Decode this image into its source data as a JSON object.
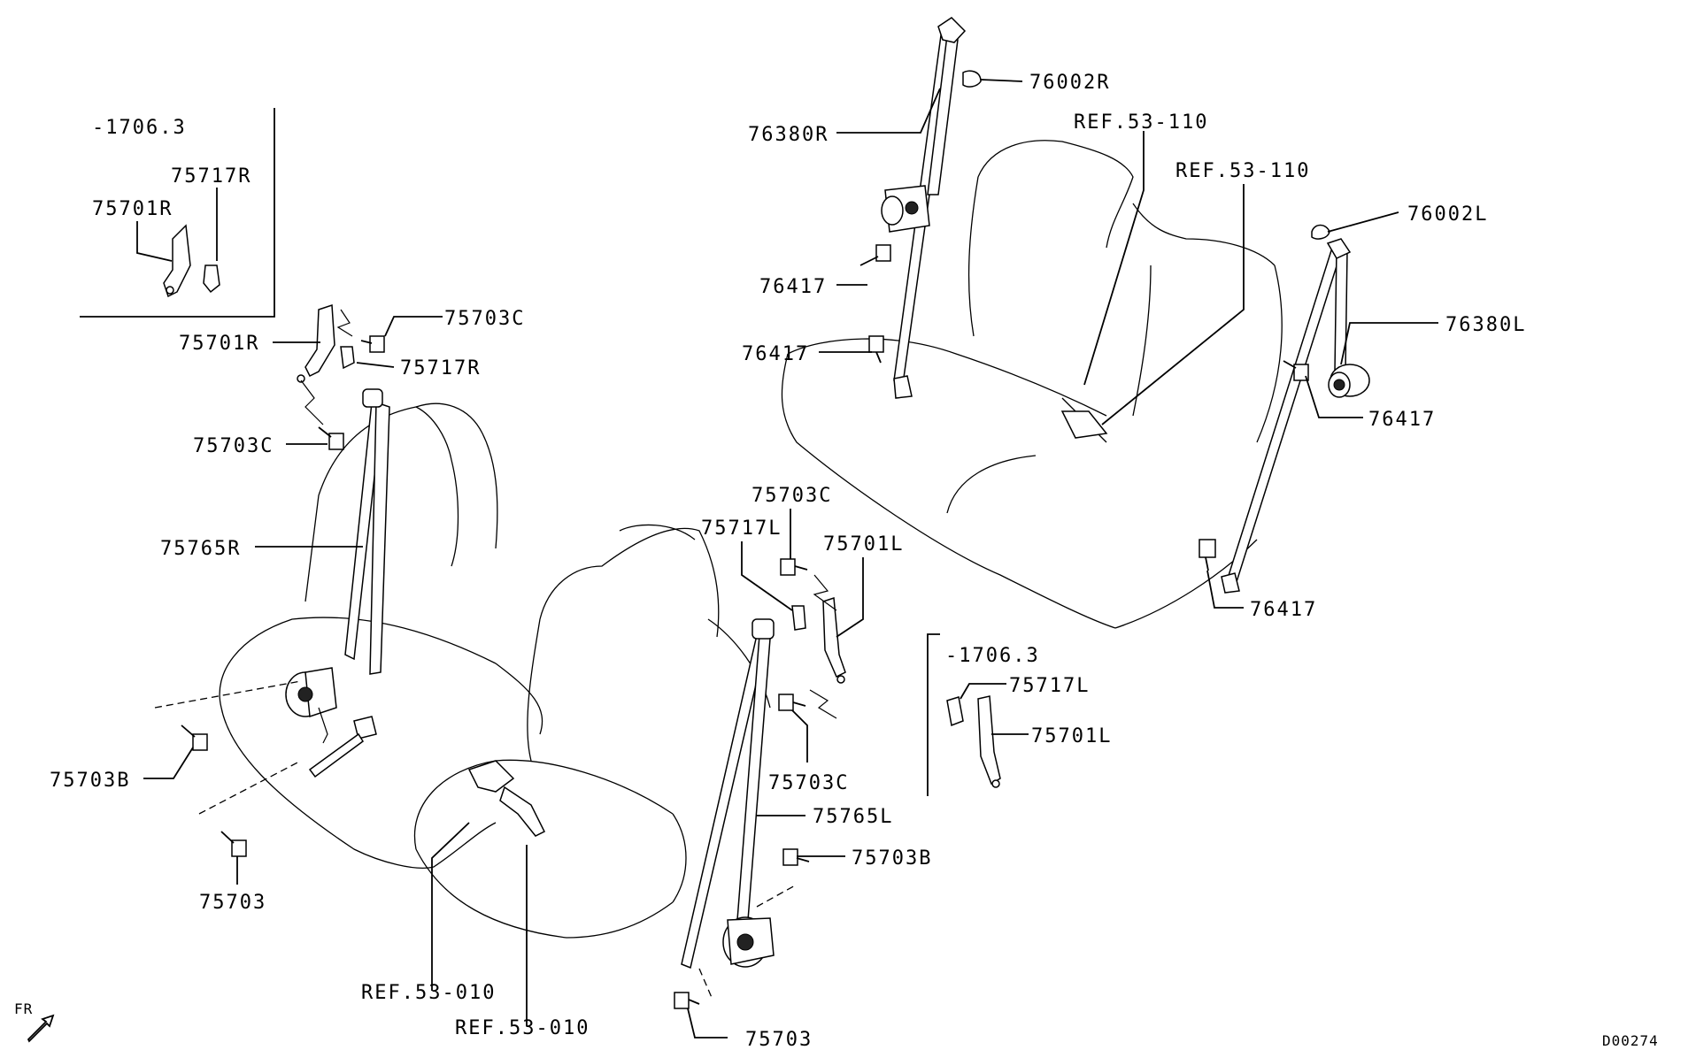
{
  "diagram": {
    "drawing_code": "D00274",
    "front_marker": "FR",
    "callouts": [
      {
        "id": "c1",
        "text": "-1706.3"
      },
      {
        "id": "c2",
        "text": "75717R"
      },
      {
        "id": "c3",
        "text": "75701R"
      },
      {
        "id": "c4",
        "text": "75703C"
      },
      {
        "id": "c5",
        "text": "75701R"
      },
      {
        "id": "c6",
        "text": "75717R"
      },
      {
        "id": "c7",
        "text": "75703C"
      },
      {
        "id": "c8",
        "text": "75765R"
      },
      {
        "id": "c9",
        "text": "75703B"
      },
      {
        "id": "c10",
        "text": "75703"
      },
      {
        "id": "c11",
        "text": "REF.53-010"
      },
      {
        "id": "c12",
        "text": "REF.53-010"
      },
      {
        "id": "c13",
        "text": "75703C"
      },
      {
        "id": "c14",
        "text": "75717L"
      },
      {
        "id": "c15",
        "text": "75701L"
      },
      {
        "id": "c16",
        "text": "75703C"
      },
      {
        "id": "c17",
        "text": "75765L"
      },
      {
        "id": "c18",
        "text": "75703B"
      },
      {
        "id": "c19",
        "text": "75703"
      },
      {
        "id": "c20",
        "text": "76002R"
      },
      {
        "id": "c21",
        "text": "76380R"
      },
      {
        "id": "c22",
        "text": "REF.53-110"
      },
      {
        "id": "c23",
        "text": "REF.53-110"
      },
      {
        "id": "c24",
        "text": "76417"
      },
      {
        "id": "c25",
        "text": "76417"
      },
      {
        "id": "c26",
        "text": "76002L"
      },
      {
        "id": "c27",
        "text": "76380L"
      },
      {
        "id": "c28",
        "text": "76417"
      },
      {
        "id": "c29",
        "text": "76417"
      },
      {
        "id": "c30",
        "text": "-1706.3"
      },
      {
        "id": "c31",
        "text": "75717L"
      },
      {
        "id": "c32",
        "text": "75701L"
      }
    ]
  }
}
